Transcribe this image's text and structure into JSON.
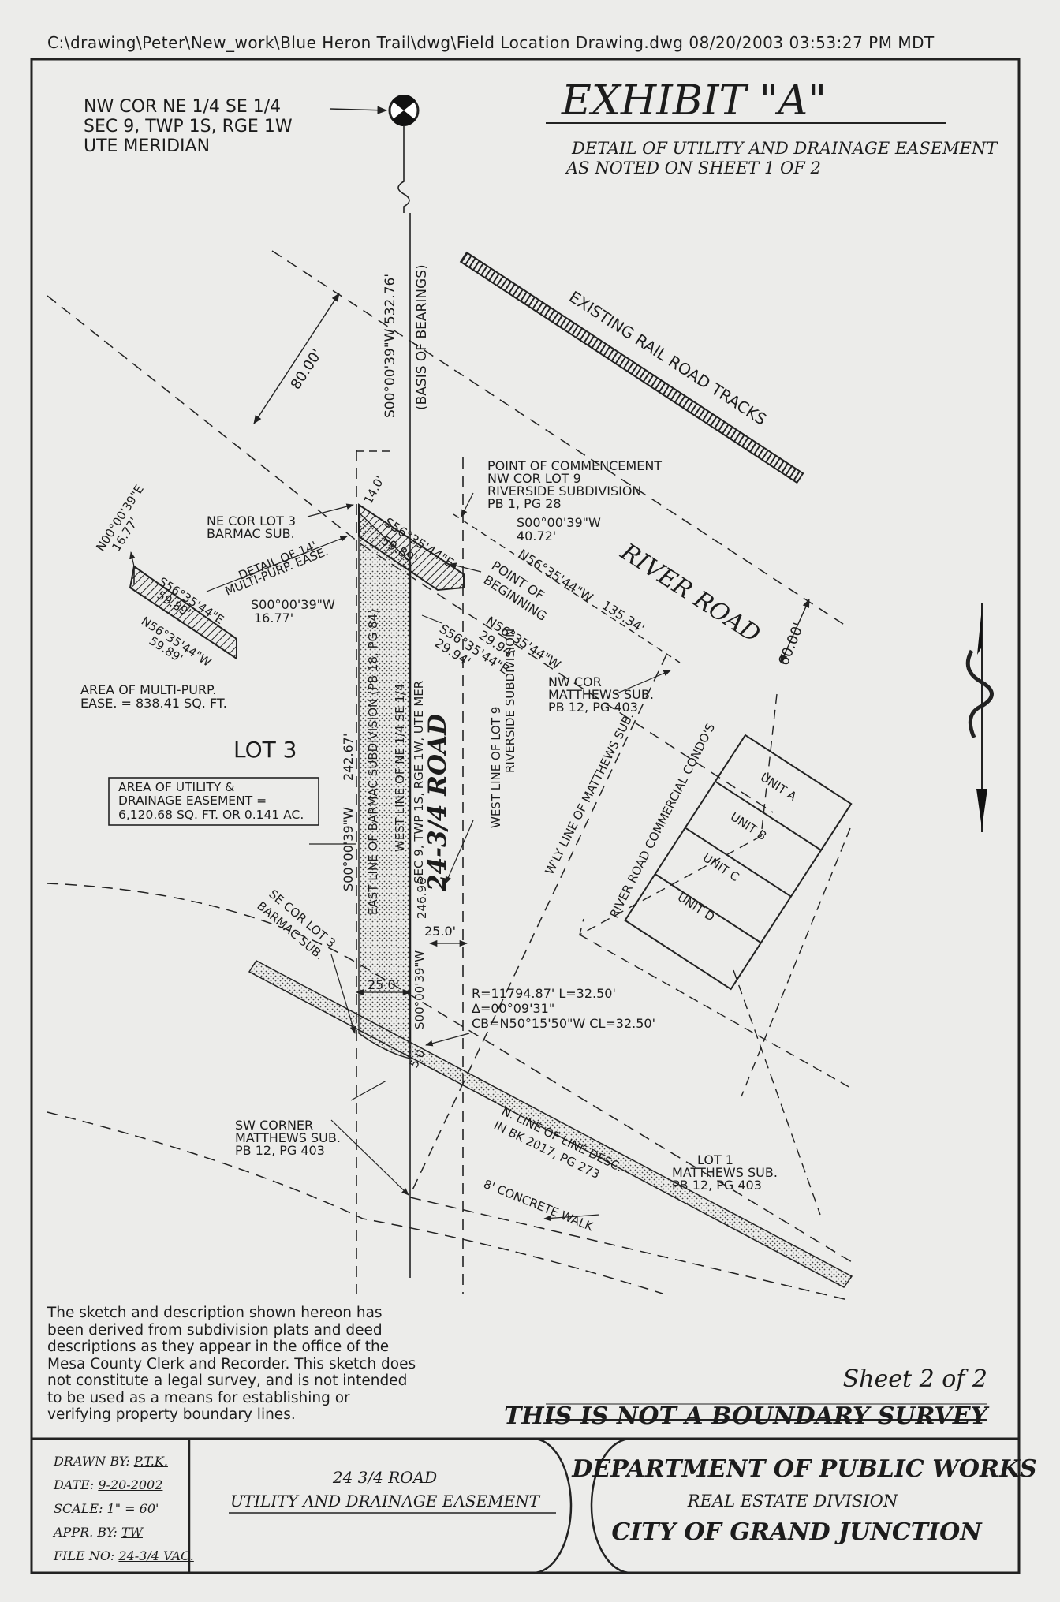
{
  "file_header": "C:\\drawing\\Peter\\New_work\\Blue Heron Trail\\dwg\\Field Location Drawing.dwg    08/20/2003    03:53:27 PM MDT",
  "exhibit": {
    "title": "EXHIBIT \"A\"",
    "subtitle_1": "DETAIL OF UTILITY AND DRAINAGE EASEMENT",
    "subtitle_2": "AS NOTED ON SHEET 1 OF 2"
  },
  "corner_ref": {
    "line1": "NW COR NE 1/4 SE 1/4",
    "line2": "SEC 9, TWP 1S, RGE 1W",
    "line3": "UTE MERIDIAN"
  },
  "dims": {
    "d80": "80.00'",
    "basis_bearing": "S00°00'39\"W    532.76'",
    "basis_label": "(BASIS OF BEARINGS)",
    "d14": "14.0'",
    "s56_a": "S56°35'44\"E",
    "s56_a_len": "59.89'",
    "s00_b": "S00°00'39\"W",
    "s00_b_len": "40.72'",
    "n56_a": "N56°35'44\"W",
    "n56_a_len": "135.34'",
    "n56_b": "N56°35'44\"W",
    "n56_b_len": "29.94'",
    "s56_b": "S56°35'44\"E",
    "s56_b_len": "29.94'",
    "d60": "60.00'",
    "s00_lot3": "S00°00'39\"W",
    "d242": "242.67'",
    "s00_west": "S00°00'39\"W",
    "d246": "246.96'",
    "d25_a": "25.0'",
    "d25_b": "25.0'",
    "d5": "5.0'",
    "curve_1": "R=11794.87'  L=32.50'",
    "curve_2": "Δ=00°09'31\"",
    "curve_3": "CB=N50°15'50\"W  CL=32.50'"
  },
  "detail": {
    "n00": "N00°00'39\"E",
    "n00_len": "16.77'",
    "s56": "S56°35'44\"E",
    "s56_len": "59.89'",
    "n56": "N56°35'44\"W",
    "n56_len": "59.89'",
    "s00": "S00°00'39\"W",
    "s00_len": "16.77'",
    "leader": "DETAIL OF 14'",
    "leader_2": "MULTI-PURP. EASE.",
    "area_1": "AREA OF MULTI-PURP.",
    "area_2": "EASE. = 838.41 SQ. FT."
  },
  "labels": {
    "rail": "EXISTING RAIL ROAD TRACKS",
    "river_road": "RIVER ROAD",
    "road_name": "24-3/4 ROAD",
    "pt_commence_1": "POINT OF COMMENCEMENT",
    "pt_commence_2": "NW COR LOT 9",
    "pt_commence_3": "RIVERSIDE SUBDIVISION",
    "pt_commence_4": "PB 1, PG 28",
    "ne_cor_1": "NE COR LOT 3",
    "ne_cor_2": "BARMAC SUB.",
    "pob_1": "POINT OF",
    "pob_2": "BEGINNING",
    "nw_cor_1": "NW COR",
    "nw_cor_2": "MATTHEWS SUB.",
    "nw_cor_3": "PB 12, PG 403",
    "lot3": "LOT 3",
    "area_box_1": "AREA OF UTILITY &",
    "area_box_2": "DRAINAGE EASEMENT =",
    "area_box_3": "6,120.68 SQ. FT. OR 0.141 AC.",
    "east_line": "EAST LINE OF BARMAC SUBDIVISION (PB 18, PG 84)",
    "west_line_ne": "WEST LINE OF NE 1/4  SE 1/4",
    "west_line_sec": "SEC 9, TWP 1S, RGE 1W, UTE MER",
    "west_lot9_1": "WEST LINE OF LOT 9",
    "west_lot9_2": "RIVERSIDE SUBDIVISION",
    "wly_line": "W'LY LINE OF MATTHEWS SUB.",
    "condos": "RIVER ROAD COMMERCIAL CONDO'S",
    "unit_a": "UNIT A",
    "unit_b": "UNIT B",
    "unit_c": "UNIT C",
    "unit_d": "UNIT D",
    "se_cor_1": "SE COR LOT 3",
    "se_cor_2": "BARMAC SUB.",
    "sw_corner_1": "SW CORNER",
    "sw_corner_2": "MATTHEWS SUB.",
    "sw_corner_3": "PB 12, PG 403",
    "n_line_1": "N. LINE OF LINE DESC.",
    "n_line_2": "IN BK 2017, PG 273",
    "walk": "8' CONCRETE WALK",
    "lot1_1": "LOT 1",
    "lot1_2": "MATTHEWS SUB.",
    "lot1_3": "PB 12, PG 403"
  },
  "disclaimer": "The sketch and description shown hereon has been derived from subdivision plats and deed descriptions as they appear in the office of the Mesa County Clerk and Recorder.  This sketch does not constitute a legal survey, and is not intended to be used as a means for establishing or verifying property boundary lines.",
  "sheet_no": "Sheet 2 of 2",
  "not_survey": "THIS IS NOT A BOUNDARY SURVEY",
  "title_block": {
    "drawn_label": "DRAWN BY:",
    "drawn_value": "P.T.K.",
    "date_label": "DATE:",
    "date_value": "9-20-2002",
    "scale_label": "SCALE:",
    "scale_value": "1\" = 60'",
    "appr_label": "APPR. BY:",
    "appr_value": "TW",
    "file_label": "FILE NO:",
    "file_value": "24-3/4 VAC.",
    "project_1": "24 3/4 ROAD",
    "project_2": "UTILITY AND DRAINAGE EASEMENT",
    "dept_1": "DEPARTMENT OF PUBLIC WORKS",
    "dept_2": "REAL ESTATE DIVISION",
    "dept_3": "CITY OF GRAND JUNCTION"
  }
}
